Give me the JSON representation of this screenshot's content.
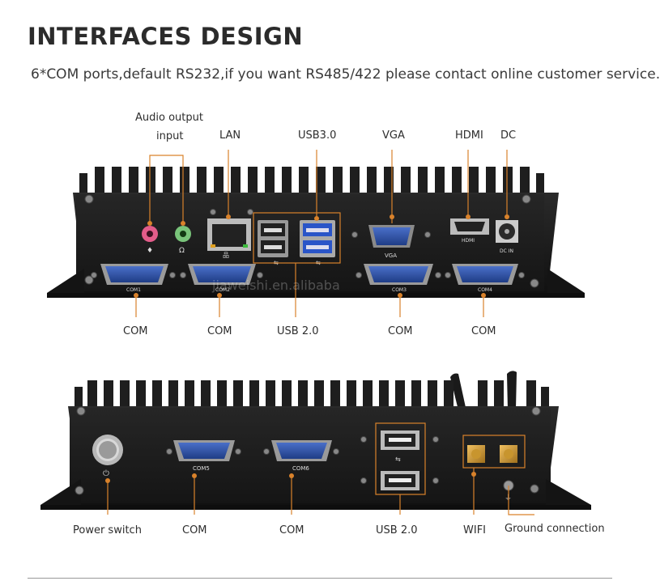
{
  "title": "INTERFACES DESIGN",
  "subtitle": "6*COM ports,default RS232,if you want RS485/422 please contact online customer service.",
  "watermark": "jiaweishi.en.alibaba",
  "top_panel": {
    "labels": {
      "audio": "Audio output",
      "audio2": "input",
      "lan": "LAN",
      "usb3": "USB3.0",
      "vga": "VGA",
      "hdmi": "HDMI",
      "dc": "DC",
      "com1": "COM",
      "com2": "COM",
      "usb2": "USB 2.0",
      "com3": "COM",
      "com4": "COM"
    },
    "silk": {
      "com1": "COM1",
      "com2": "COM2",
      "com3": "COM3",
      "com4": "COM4",
      "vga": "VGA",
      "hdmi": "HDMI",
      "dcin": "DC IN"
    }
  },
  "bottom_panel": {
    "labels": {
      "power": "Power switch",
      "com5": "COM",
      "com6": "COM",
      "usb2": "USB 2.0",
      "wifi": "WIFI",
      "ground": "Ground connection"
    },
    "silk": {
      "com5": "COM5",
      "com6": "COM6"
    }
  },
  "colors": {
    "accent": "#d9822b",
    "chassis": "#1c1c1c",
    "port_blue": "#2a4fa8"
  }
}
